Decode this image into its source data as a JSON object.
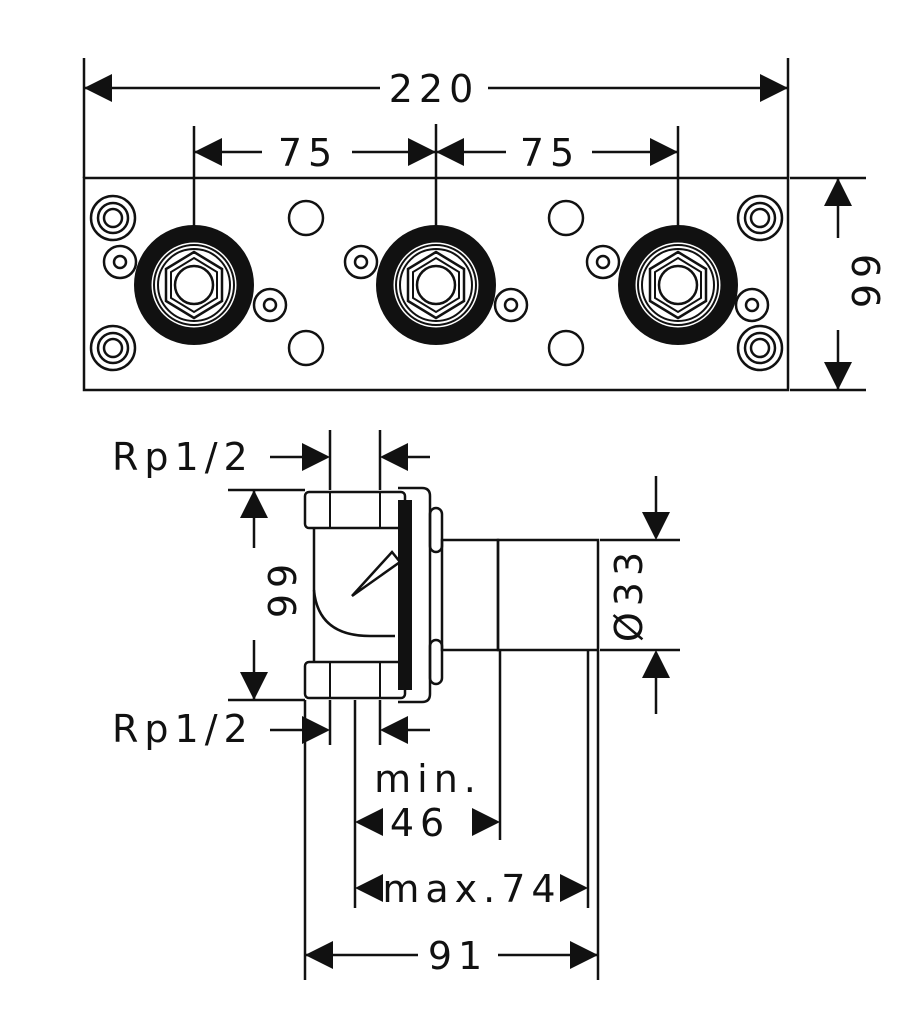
{
  "drawing": {
    "front_view": {
      "overall_width": "220",
      "spacing_left": "75",
      "spacing_right": "75",
      "height": "66"
    },
    "side_view": {
      "thread_top": "Rp1/2",
      "thread_bottom": "Rp1/2",
      "height": "66",
      "diameter": "Ø33",
      "min_label": "min.",
      "min_value": "46",
      "max_value": "max.74",
      "depth": "91"
    }
  },
  "colors": {
    "line": "#111111",
    "background": "#ffffff"
  }
}
